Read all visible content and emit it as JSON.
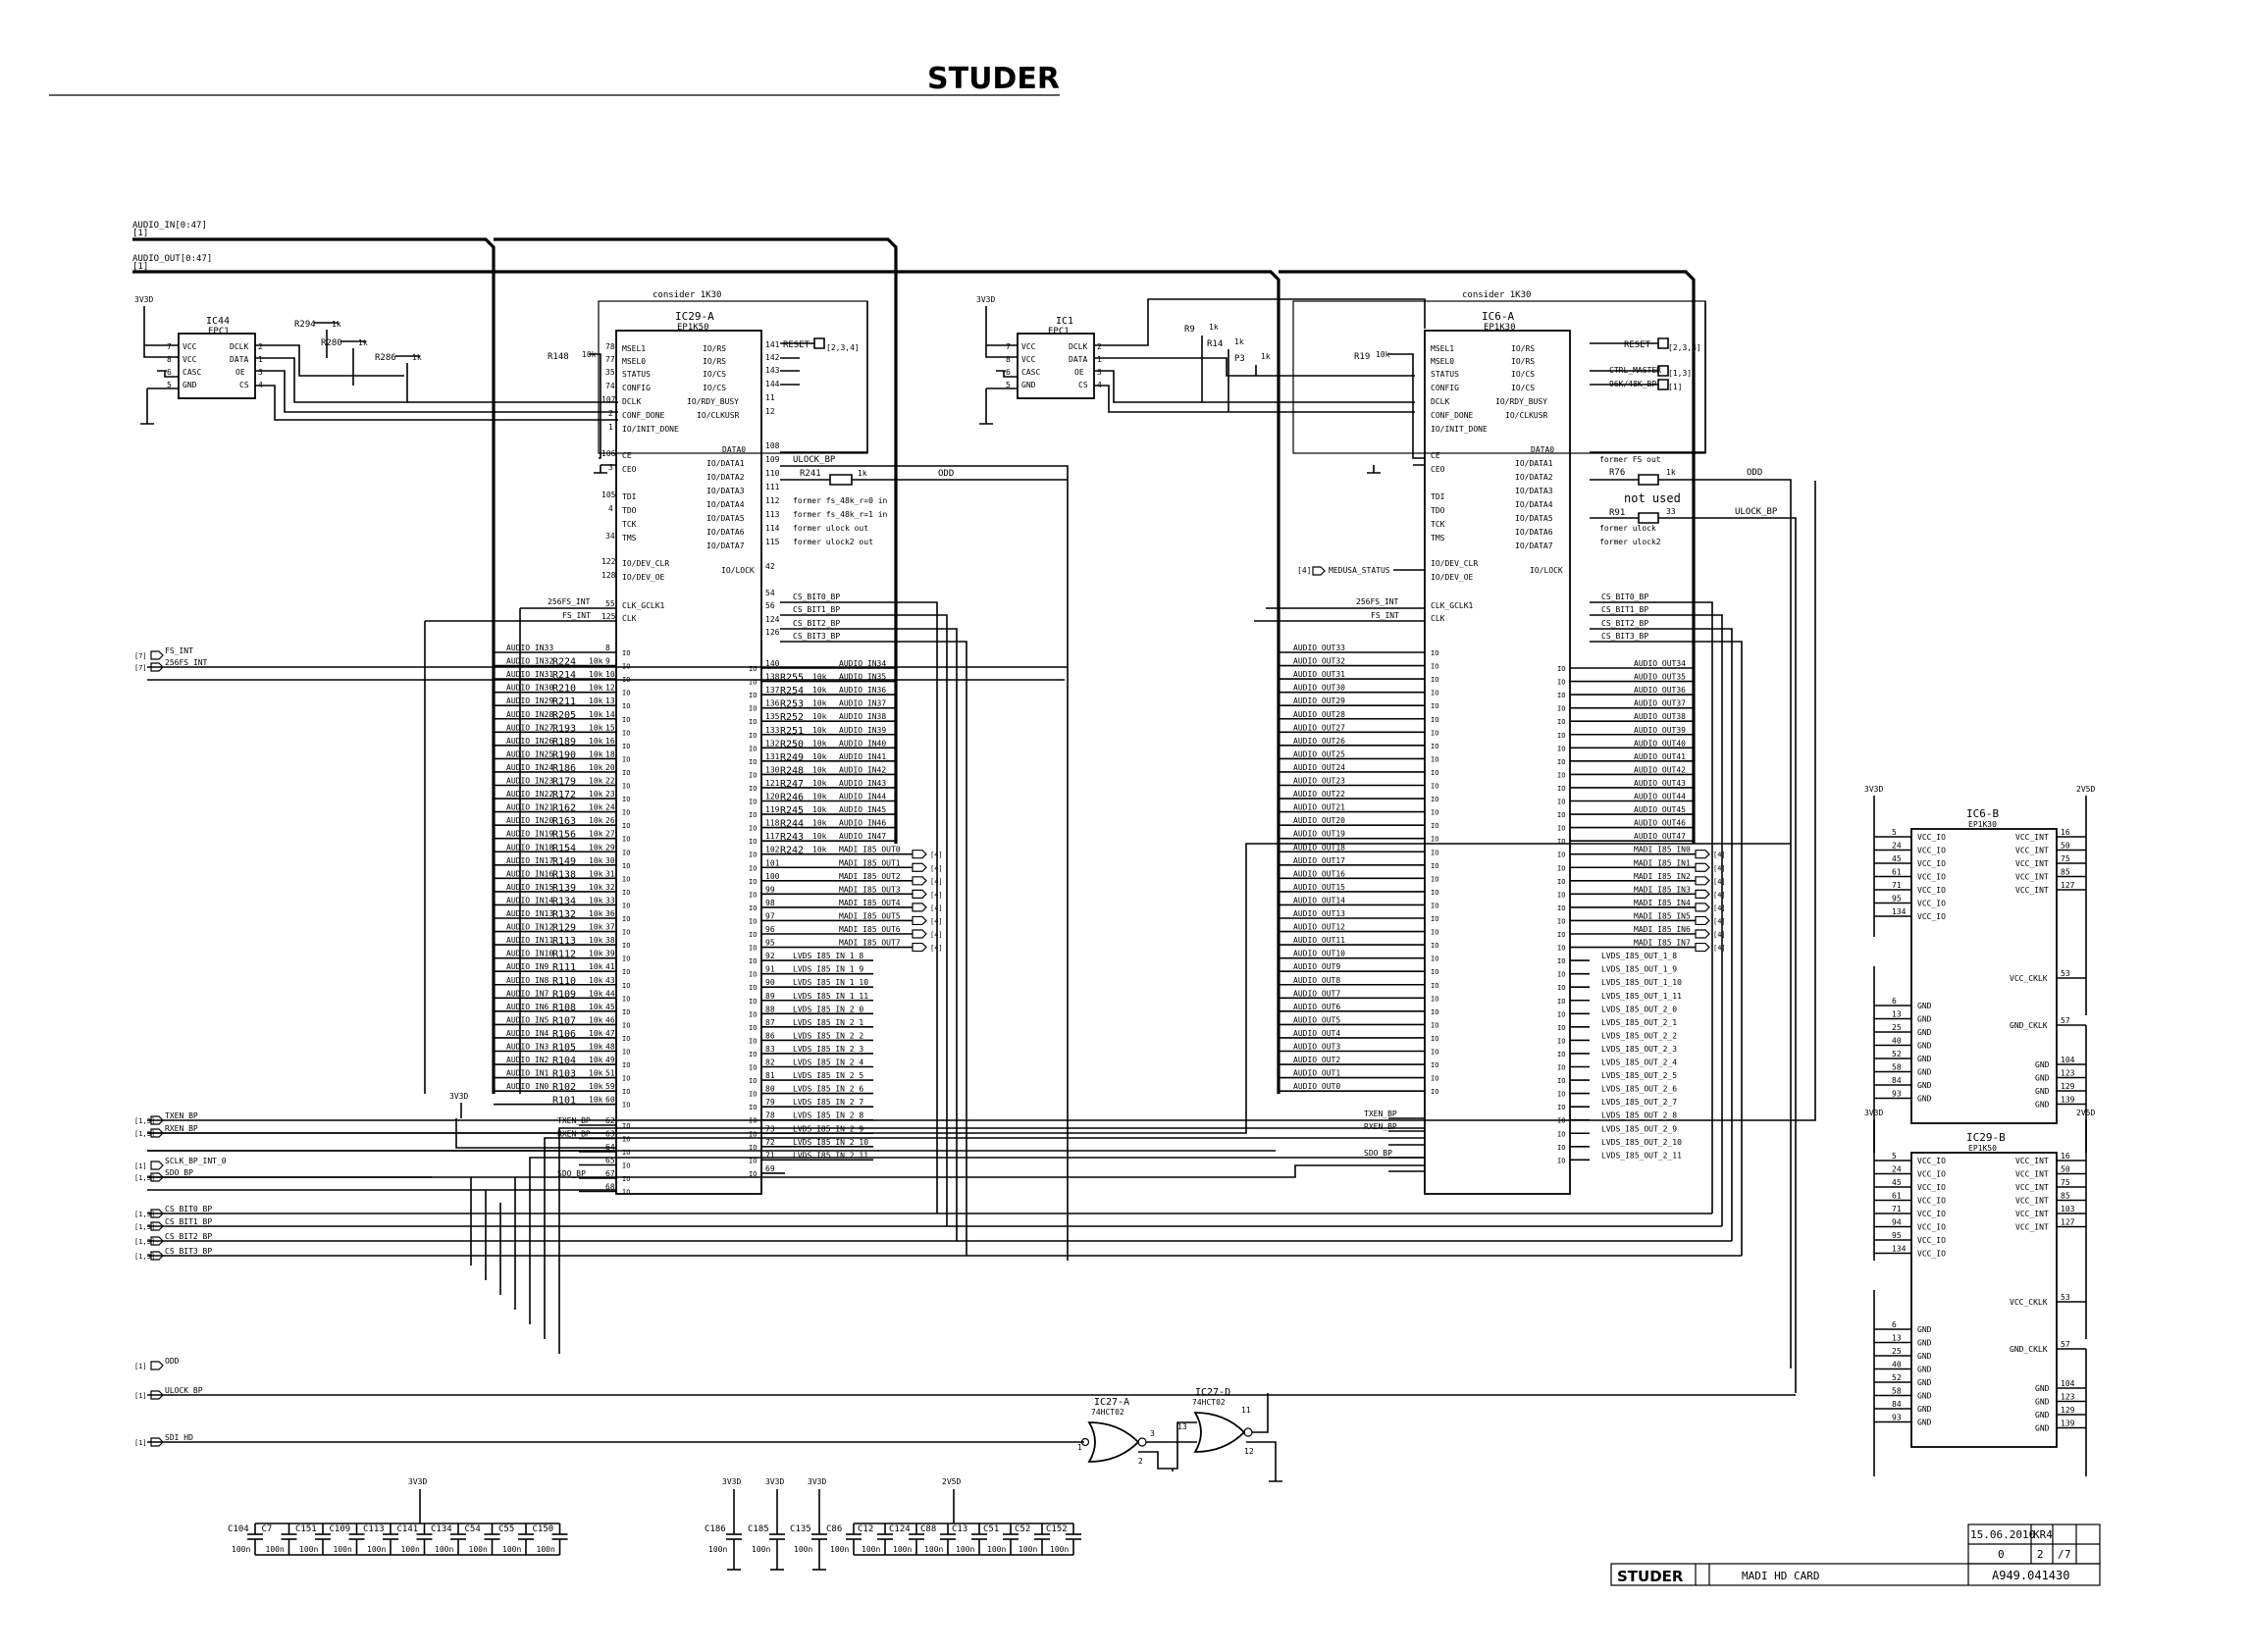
{
  "brand": "STUDER",
  "buses": {
    "audio_in": "AUDIO_IN[0:47]",
    "audio_out": "AUDIO_OUT[0:47]",
    "ref": "[1]"
  },
  "ic44": {
    "name": "IC44",
    "type": "EPC1",
    "left_pins": [
      "VCC",
      "VCC",
      "CASC",
      "GND"
    ],
    "left_nums": [
      "7",
      "8",
      "6",
      "5"
    ],
    "right_pins": [
      "DCLK",
      "DATA",
      "OE",
      "CS"
    ],
    "right_nums": [
      "2",
      "1",
      "3",
      "4"
    ]
  },
  "ic1": {
    "name": "IC1",
    "type": "EPC1",
    "left_pins": [
      "VCC",
      "VCC",
      "CASC",
      "GND"
    ],
    "left_nums": [
      "7",
      "8",
      "6",
      "5"
    ],
    "right_pins": [
      "DCLK",
      "DATA",
      "OE",
      "CS"
    ],
    "right_nums": [
      "2",
      "1",
      "3",
      "4"
    ]
  },
  "ic29a": {
    "name": "IC29-A",
    "type": "EP1K50",
    "consider": "consider 1K30",
    "config_left": [
      "MSEL1",
      "MSEL0",
      "STATUS",
      "CONFIG",
      "DCLK",
      "CONF_DONE",
      "IO/INIT_DONE",
      "CE",
      "CEO",
      "TDI",
      "TDO",
      "TCK",
      "TMS",
      "IO/DEV_CLR",
      "IO/DEV_OE",
      "CLK_GCLK1",
      "CLK"
    ],
    "config_left_nums": [
      "78",
      "77",
      "35",
      "74",
      "107",
      "2",
      "1",
      "106",
      "3",
      "105",
      "4",
      "",
      "34",
      "122",
      "128",
      "55",
      "125"
    ],
    "config_right": [
      "IO/RS",
      "IO/RS",
      "IO/CS",
      "IO/CS",
      "IO/RDY_BUSY",
      "IO/CLKUSR",
      "DATA0",
      "IO/DATA1",
      "IO/DATA2",
      "IO/DATA3",
      "IO/DATA4",
      "IO/DATA5",
      "IO/DATA6",
      "IO/DATA7",
      "IO/LOCK"
    ],
    "config_right_nums": [
      "141",
      "142",
      "143",
      "144",
      "11",
      "12",
      "108",
      "109",
      "110",
      "111",
      "112",
      "113",
      "114",
      "115",
      "42"
    ],
    "right_signals": [
      "RESET",
      "ULOCK_BP",
      "R241",
      "former fs_48k_r=0 in",
      "former fs_48k_r=1 in",
      "former ulock out",
      "former ulock2 out"
    ],
    "clk_signals": [
      "256FS_INT",
      "FS_INT"
    ],
    "cs_bits": [
      "CS_BIT0_BP",
      "CS_BIT1_BP",
      "CS_BIT2_BP",
      "CS_BIT3_BP"
    ],
    "cs_nums": [
      "54",
      "56",
      "124",
      "126"
    ],
    "r148": "R148",
    "r148_val": "10k"
  },
  "ic29a_left_io": [
    {
      "sig": "AUDIO_IN33",
      "r": "",
      "n": "8"
    },
    {
      "sig": "AUDIO_IN32",
      "r": "R224",
      "n": "9"
    },
    {
      "sig": "AUDIO_IN31",
      "r": "R214",
      "n": "10"
    },
    {
      "sig": "AUDIO_IN30",
      "r": "R210",
      "n": "12"
    },
    {
      "sig": "AUDIO_IN29",
      "r": "R211",
      "n": "13"
    },
    {
      "sig": "AUDIO_IN28",
      "r": "R205",
      "n": "14"
    },
    {
      "sig": "AUDIO_IN27",
      "r": "R193",
      "n": "15"
    },
    {
      "sig": "AUDIO_IN26",
      "r": "R189",
      "n": "16"
    },
    {
      "sig": "AUDIO_IN25",
      "r": "R190",
      "n": "18"
    },
    {
      "sig": "AUDIO_IN24",
      "r": "R186",
      "n": "20"
    },
    {
      "sig": "AUDIO_IN23",
      "r": "R179",
      "n": "22"
    },
    {
      "sig": "AUDIO_IN22",
      "r": "R172",
      "n": "23"
    },
    {
      "sig": "AUDIO_IN21",
      "r": "R162",
      "n": "24"
    },
    {
      "sig": "AUDIO_IN20",
      "r": "R163",
      "n": "26"
    },
    {
      "sig": "AUDIO_IN19",
      "r": "R156",
      "n": "27"
    },
    {
      "sig": "AUDIO_IN18",
      "r": "R154",
      "n": "29"
    },
    {
      "sig": "AUDIO_IN17",
      "r": "R149",
      "n": "30"
    },
    {
      "sig": "AUDIO_IN16",
      "r": "R138",
      "n": "31"
    },
    {
      "sig": "AUDIO_IN15",
      "r": "R139",
      "n": "32"
    },
    {
      "sig": "AUDIO_IN14",
      "r": "R134",
      "n": "33"
    },
    {
      "sig": "AUDIO_IN13",
      "r": "R132",
      "n": "36"
    },
    {
      "sig": "AUDIO_IN12",
      "r": "R129",
      "n": "37"
    },
    {
      "sig": "AUDIO_IN11",
      "r": "R113",
      "n": "38"
    },
    {
      "sig": "AUDIO_IN10",
      "r": "R112",
      "n": "39"
    },
    {
      "sig": "AUDIO_IN9",
      "r": "R111",
      "n": "41"
    },
    {
      "sig": "AUDIO_IN8",
      "r": "R110",
      "n": "43"
    },
    {
      "sig": "AUDIO_IN7",
      "r": "R109",
      "n": "44"
    },
    {
      "sig": "AUDIO_IN6",
      "r": "R108",
      "n": "45"
    },
    {
      "sig": "AUDIO_IN5",
      "r": "R107",
      "n": "46"
    },
    {
      "sig": "AUDIO_IN4",
      "r": "R106",
      "n": "47"
    },
    {
      "sig": "AUDIO_IN3",
      "r": "R105",
      "n": "48"
    },
    {
      "sig": "AUDIO_IN2",
      "r": "R104",
      "n": "49"
    },
    {
      "sig": "AUDIO_IN1",
      "r": "R103",
      "n": "51"
    },
    {
      "sig": "AUDIO_IN0",
      "r": "R102",
      "n": "59"
    },
    {
      "sig": "",
      "r": "R101",
      "n": "60"
    }
  ],
  "ic29a_bottom_left": [
    {
      "sig": "TXEN_BP",
      "n": "62"
    },
    {
      "sig": "RXEN_BP",
      "n": "63"
    },
    {
      "sig": "",
      "n": "64"
    },
    {
      "sig": "",
      "n": "65"
    },
    {
      "sig": "SDO_BP",
      "n": "67"
    },
    {
      "sig": "",
      "n": "68"
    }
  ],
  "ic29a_right_io": [
    {
      "n": "140",
      "r": "",
      "sig": "AUDIO_IN34"
    },
    {
      "n": "138",
      "r": "R255",
      "sig": "AUDIO_IN35"
    },
    {
      "n": "137",
      "r": "R254",
      "sig": "AUDIO_IN36"
    },
    {
      "n": "136",
      "r": "R253",
      "sig": "AUDIO_IN37"
    },
    {
      "n": "135",
      "r": "R252",
      "sig": "AUDIO_IN38"
    },
    {
      "n": "133",
      "r": "R251",
      "sig": "AUDIO_IN39"
    },
    {
      "n": "132",
      "r": "R250",
      "sig": "AUDIO_IN40"
    },
    {
      "n": "131",
      "r": "R249",
      "sig": "AUDIO_IN41"
    },
    {
      "n": "130",
      "r": "R248",
      "sig": "AUDIO_IN42"
    },
    {
      "n": "121",
      "r": "R247",
      "sig": "AUDIO_IN43"
    },
    {
      "n": "120",
      "r": "R246",
      "sig": "AUDIO_IN44"
    },
    {
      "n": "119",
      "r": "R245",
      "sig": "AUDIO_IN45"
    },
    {
      "n": "118",
      "r": "R244",
      "sig": "AUDIO_IN46"
    },
    {
      "n": "117",
      "r": "R243",
      "sig": "AUDIO_IN47"
    },
    {
      "n": "102",
      "r": "R242",
      "sig": "MADI_I85_OUT0"
    },
    {
      "n": "101",
      "r": "",
      "sig": "MADI_I85_OUT1"
    },
    {
      "n": "100",
      "r": "",
      "sig": "MADI_I85_OUT2"
    },
    {
      "n": "99",
      "r": "",
      "sig": "MADI_I85_OUT3"
    },
    {
      "n": "98",
      "r": "",
      "sig": "MADI_I85_OUT4"
    },
    {
      "n": "97",
      "r": "",
      "sig": "MADI_I85_OUT5"
    },
    {
      "n": "96",
      "r": "",
      "sig": "MADI_I85_OUT6"
    },
    {
      "n": "95",
      "r": "",
      "sig": "MADI_I85_OUT7"
    },
    {
      "n": "92",
      "r": "",
      "sig": "LVDS_I85_IN_1_8"
    },
    {
      "n": "91",
      "r": "",
      "sig": "LVDS_I85_IN_1_9"
    },
    {
      "n": "90",
      "r": "",
      "sig": "LVDS_I85_IN_1_10"
    },
    {
      "n": "89",
      "r": "",
      "sig": "LVDS_I85_IN_1_11"
    },
    {
      "n": "88",
      "r": "",
      "sig": "LVDS_I85_IN_2_0"
    },
    {
      "n": "87",
      "r": "",
      "sig": "LVDS_I85_IN_2_1"
    },
    {
      "n": "86",
      "r": "",
      "sig": "LVDS_I85_IN_2_2"
    },
    {
      "n": "83",
      "r": "",
      "sig": "LVDS_I85_IN_2_3"
    },
    {
      "n": "82",
      "r": "",
      "sig": "LVDS_I85_IN_2_4"
    },
    {
      "n": "81",
      "r": "",
      "sig": "LVDS_I85_IN_2_5"
    },
    {
      "n": "80",
      "r": "",
      "sig": "LVDS_I85_IN_2_6"
    },
    {
      "n": "79",
      "r": "",
      "sig": "LVDS_I85_IN_2_7"
    },
    {
      "n": "78",
      "r": "",
      "sig": "LVDS_I85_IN_2_8"
    },
    {
      "n": "73",
      "r": "",
      "sig": "LVDS_I85_IN_2_9"
    },
    {
      "n": "72",
      "r": "",
      "sig": "LVDS_I85_IN_2_10"
    },
    {
      "n": "71",
      "r": "",
      "sig": "LVDS_I85_IN_2_11"
    },
    {
      "n": "69",
      "r": "",
      "sig": ""
    }
  ],
  "ic6a": {
    "name": "IC6-A",
    "type": "EP1K30",
    "consider": "consider 1K30",
    "r19": "R19",
    "r19_val": "10k",
    "right_signals": [
      "RESET",
      "CTRL_MASTER",
      "96K/48K_BP",
      "former FS out",
      "R76",
      "not used",
      "R91",
      "former ulock",
      "former ulock2"
    ],
    "medusa": "MEDUSA_STATUS"
  },
  "ic6a_left_io": [
    "AUDIO_OUT33",
    "AUDIO_OUT32",
    "AUDIO_OUT31",
    "AUDIO_OUT30",
    "AUDIO_OUT29",
    "AUDIO_OUT28",
    "AUDIO_OUT27",
    "AUDIO_OUT26",
    "AUDIO_OUT25",
    "AUDIO_OUT24",
    "AUDIO_OUT23",
    "AUDIO_OUT22",
    "AUDIO_OUT21",
    "AUDIO_OUT20",
    "AUDIO_OUT19",
    "AUDIO_OUT18",
    "AUDIO_OUT17",
    "AUDIO_OUT16",
    "AUDIO_OUT15",
    "AUDIO_OUT14",
    "AUDIO_OUT13",
    "AUDIO_OUT12",
    "AUDIO_OUT11",
    "AUDIO_OUT10",
    "AUDIO_OUT9",
    "AUDIO_OUT8",
    "AUDIO_OUT7",
    "AUDIO_OUT6",
    "AUDIO_OUT5",
    "AUDIO_OUT4",
    "AUDIO_OUT3",
    "AUDIO_OUT2",
    "AUDIO_OUT1",
    "AUDIO_OUT0"
  ],
  "ic6a_right_io": [
    "AUDIO_OUT34",
    "AUDIO_OUT35",
    "AUDIO_OUT36",
    "AUDIO_OUT37",
    "AUDIO_OUT38",
    "AUDIO_OUT39",
    "AUDIO_OUT40",
    "AUDIO_OUT41",
    "AUDIO_OUT42",
    "AUDIO_OUT43",
    "AUDIO_OUT44",
    "AUDIO_OUT45",
    "AUDIO_OUT46",
    "AUDIO_OUT47",
    "MADI_I85_IN0",
    "MADI_I85_IN1",
    "MADI_I85_IN2",
    "MADI_I85_IN3",
    "MADI_I85_IN4",
    "MADI_I85_IN5",
    "MADI_I85_IN6",
    "MADI_I85_IN7",
    "LVDS_I85_OUT_1_8",
    "LVDS_I85_OUT_1_9",
    "LVDS_I85_OUT_1_10",
    "LVDS_I85_OUT_1_11",
    "LVDS_I85_OUT_2_0",
    "LVDS_I85_OUT_2_1",
    "LVDS_I85_OUT_2_2",
    "LVDS_I85_OUT_2_3",
    "LVDS_I85_OUT_2_4",
    "LVDS_I85_OUT_2_5",
    "LVDS_I85_OUT_2_6",
    "LVDS_I85_OUT_2_7",
    "LVDS_I85_OUT_2_8",
    "LVDS_I85_OUT_2_9",
    "LVDS_I85_OUT_2_10",
    "LVDS_I85_OUT_2_11"
  ],
  "ports_left": [
    {
      "ref": "[7]",
      "sig": "FS_INT"
    },
    {
      "ref": "[7]",
      "sig": "256FS_INT"
    },
    {
      "ref": "[1,3]",
      "sig": "TXEN_BP"
    },
    {
      "ref": "[1,3]",
      "sig": "RXEN_BP"
    },
    {
      "ref": "[1]",
      "sig": "SCLK_BP_INT_0"
    },
    {
      "ref": "[1,3]",
      "sig": "SDO_BP"
    },
    {
      "ref": "[1,3]",
      "sig": "CS_BIT0_BP"
    },
    {
      "ref": "[1,3]",
      "sig": "CS_BIT1_BP"
    },
    {
      "ref": "[1,3]",
      "sig": "CS_BIT2_BP"
    },
    {
      "ref": "[1,3]",
      "sig": "CS_BIT3_BP"
    },
    {
      "ref": "[1]",
      "sig": "ODD"
    },
    {
      "ref": "[1]",
      "sig": "ULOCK_BP"
    },
    {
      "ref": "[1]",
      "sig": "SDI_HD"
    }
  ],
  "misc_labels": {
    "odd": "ODD",
    "ulock_bp": "ULOCK_BP",
    "v3d": "3V3D",
    "v2d": "2V5D",
    "r294": "R294",
    "r280": "R280",
    "r286": "R286",
    "r9": "R9",
    "r14": "R14",
    "p3": "P3",
    "k1": "1k",
    "k10": "10k",
    "r91_val": "33",
    "ref_1243": "[2,3,4]",
    "ref_13": "[1,3]",
    "ref_1": "[1]",
    "ref_4": "[4]"
  },
  "ic6b": {
    "name": "IC6-B",
    "type": "EP1K30",
    "vccio": [
      "VCC_IO",
      "VCC_IO",
      "VCC_IO",
      "VCC_IO",
      "VCC_IO",
      "VCC_IO",
      "VCC_IO"
    ],
    "vccio_nums": [
      "5",
      "24",
      "45",
      "61",
      "71",
      "95",
      "134"
    ],
    "vccint": [
      "VCC_INT",
      "VCC_INT",
      "VCC_INT",
      "VCC_INT",
      "VCC_INT"
    ],
    "vccint_nums": [
      "16",
      "50",
      "75",
      "85",
      "127"
    ],
    "gnd": [
      "GND",
      "GND",
      "GND",
      "GND",
      "GND",
      "GND",
      "GND",
      "GND",
      "GND",
      "GND"
    ],
    "gnd_nums": [
      "6",
      "13",
      "25",
      "40",
      "52",
      "58",
      "84",
      "93"
    ],
    "vcc_ckl": "VCC_CKLK",
    "vcc_ckl_num": "53",
    "gnd_ckl": "GND_CKLK",
    "gnd_ckl_num": "57",
    "gnd_r": [
      "GND",
      "GND",
      "GND",
      "GND"
    ],
    "gnd_r_nums": [
      "104",
      "123",
      "129",
      "139"
    ]
  },
  "ic29b": {
    "name": "IC29-B",
    "type": "EP1K50",
    "vccio_nums": [
      "5",
      "24",
      "45",
      "61",
      "71",
      "94",
      "95",
      "134"
    ],
    "vccint_nums": [
      "16",
      "50",
      "75",
      "85",
      "103",
      "127"
    ],
    "gnd_nums": [
      "6",
      "13",
      "25",
      "40",
      "52",
      "58",
      "84",
      "93"
    ],
    "vcc_ckl": "VCC_CKLK",
    "vcc_ckl_num": "53",
    "gnd_ckl": "GND_CKLK",
    "gnd_ckl_num": "57",
    "gnd_r_nums": [
      "104",
      "123",
      "129",
      "139"
    ]
  },
  "gates": {
    "a": {
      "name": "IC27-A",
      "type": "74HCT02",
      "pins": [
        "1",
        "2",
        "3"
      ]
    },
    "d": {
      "name": "IC27-D",
      "type": "74HCT02",
      "pins": [
        "13",
        "12",
        "11"
      ]
    }
  },
  "caps1": {
    "supply": "3V3D",
    "names": [
      "C104",
      "C7",
      "C151",
      "C109",
      "C113",
      "C141",
      "C134",
      "C54",
      "C55",
      "C150"
    ],
    "val": "100n"
  },
  "caps2": [
    {
      "supply": "3V3D",
      "name": "C186",
      "val": "100n"
    },
    {
      "supply": "3V3D",
      "name": "C185",
      "val": "100n"
    },
    {
      "supply": "3V3D",
      "name": "C135",
      "val": "100n"
    }
  ],
  "caps3": {
    "supply": "2V5D",
    "names": [
      "C86",
      "C12",
      "C124",
      "C88",
      "C13",
      "C51",
      "C52",
      "C152"
    ],
    "val": "100n"
  },
  "title_block": {
    "date": "15.06.2010",
    "initials": "KR4",
    "revision": "0",
    "page": "2",
    "pages": "7",
    "title": "MADI HD CARD",
    "number": "A949.041430",
    "brand": "STUDER"
  }
}
